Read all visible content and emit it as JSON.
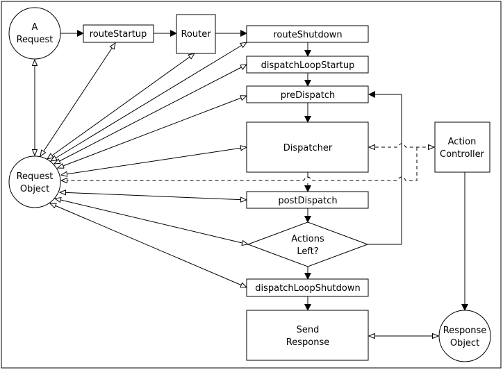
{
  "nodes": {
    "a_request": [
      "A",
      "Request"
    ],
    "route_startup": "routeStartup",
    "router": "Router",
    "route_shutdown": "routeShutdown",
    "dispatch_loop_startup": "dispatchLoopStartup",
    "pre_dispatch": "preDispatch",
    "dispatcher": "Dispatcher",
    "post_dispatch": "postDispatch",
    "actions_left": [
      "Actions",
      "Left?"
    ],
    "dispatch_loop_shutdown": "dispatchLoopShutdown",
    "send_response": [
      "Send",
      "Response"
    ],
    "request_object": [
      "Request",
      "Object"
    ],
    "action_controller": [
      "Action",
      "Controller"
    ],
    "response_object": [
      "Response",
      "Object"
    ]
  }
}
